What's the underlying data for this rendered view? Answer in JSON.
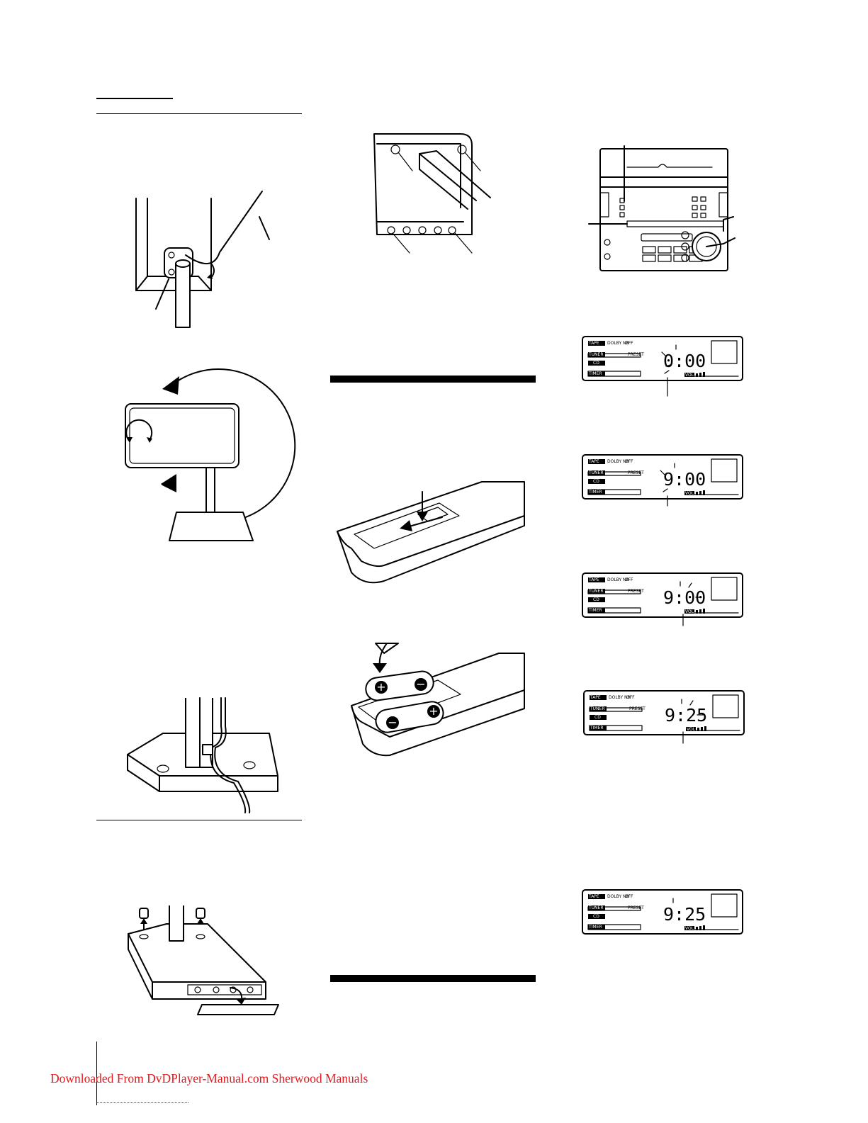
{
  "lcd": {
    "labels": {
      "tape": "TAPE",
      "dolby": "DOLBY NR",
      "off": "OFF",
      "tuner": "TUNER",
      "preset": "PRESET",
      "cd": "CD",
      "timer": "TIMER",
      "vol": "VOL"
    },
    "panels": [
      {
        "digits": "0:00"
      },
      {
        "digits": "9:00"
      },
      {
        "digits": "9:00"
      },
      {
        "digits": "9:25"
      },
      {
        "digits": "9:25"
      }
    ]
  },
  "footer": {
    "link_text": "Downloaded From DvDPlayer-Manual.com Sherwood Manuals",
    "link_color": "#e8151b"
  }
}
